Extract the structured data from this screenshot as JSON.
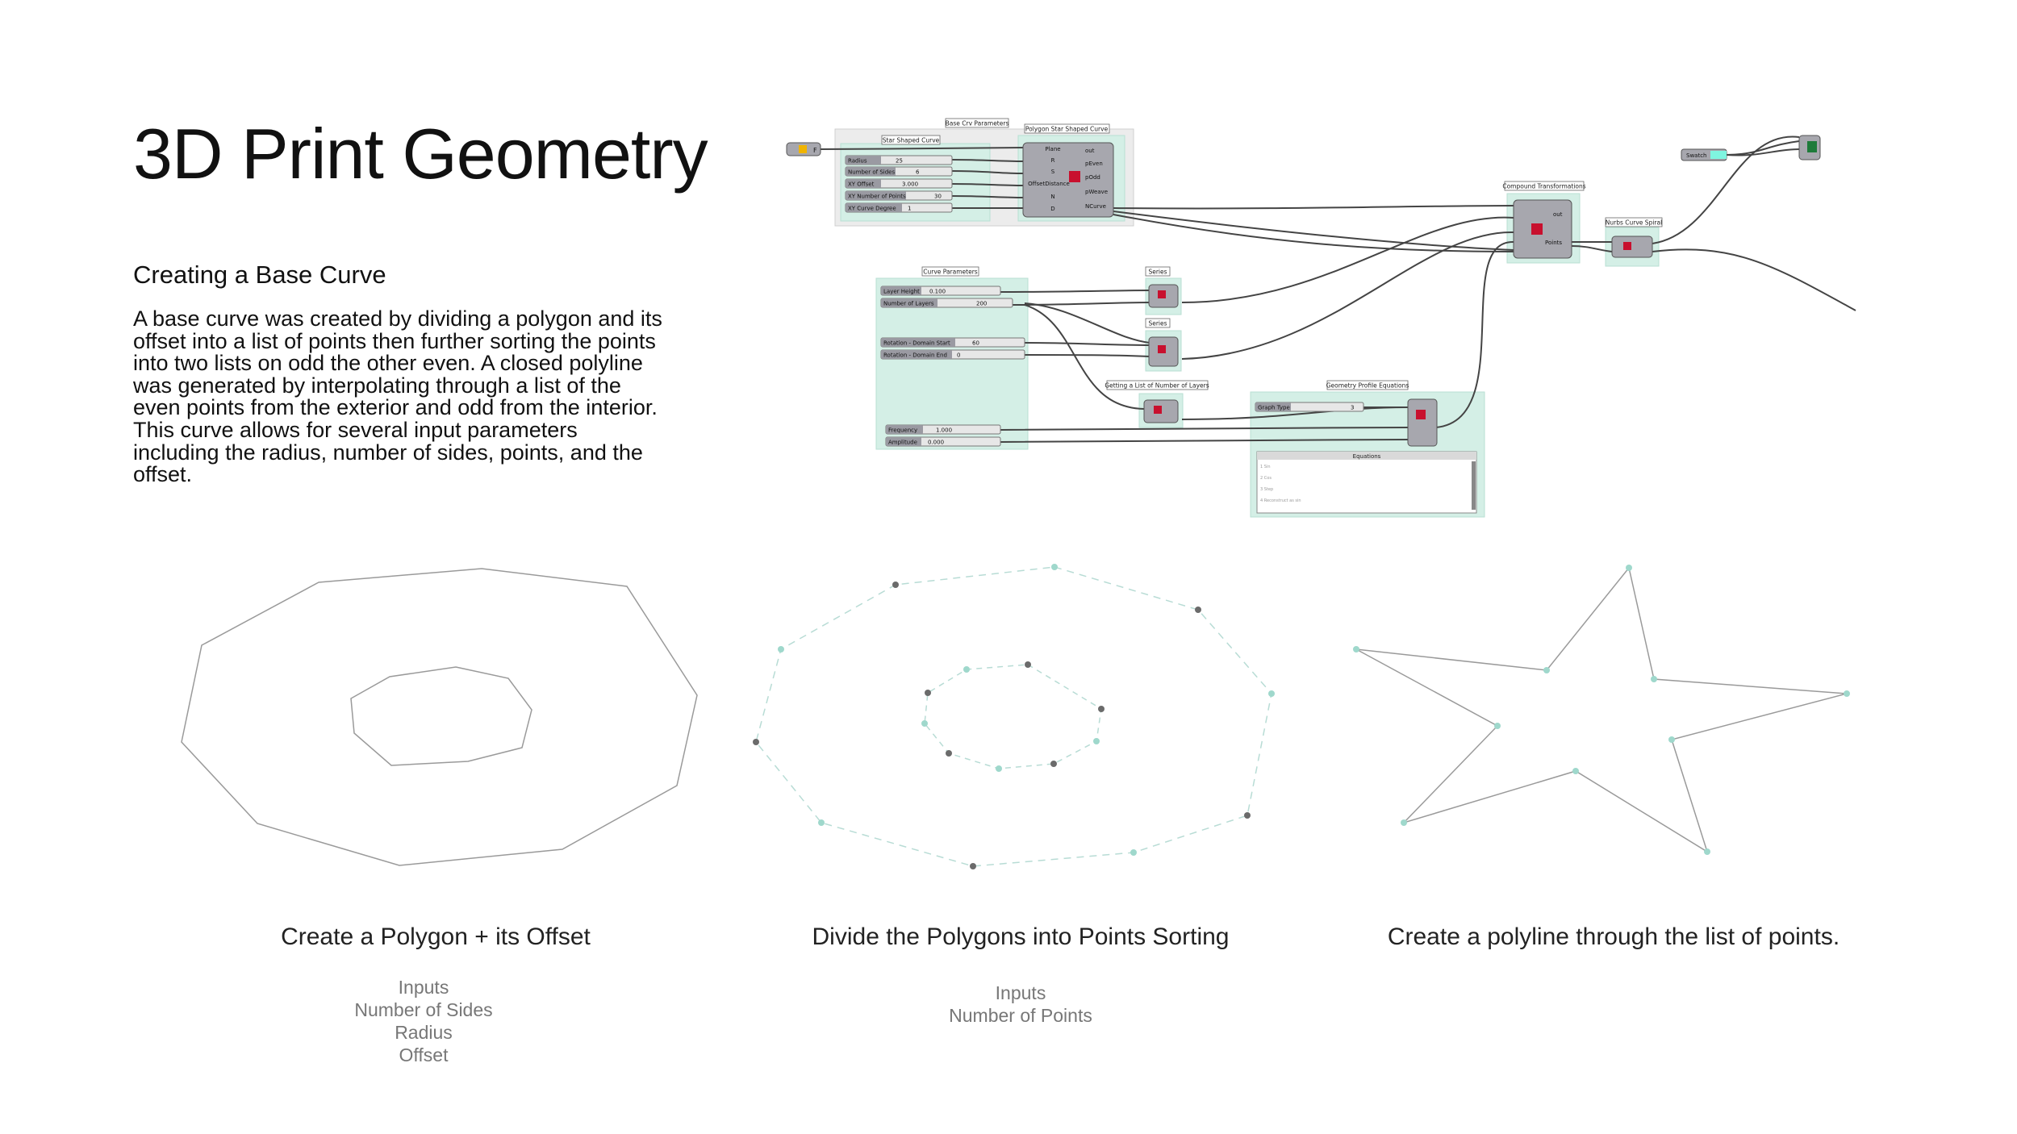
{
  "page": {
    "title": "3D Print Geometry",
    "subtitle": "Creating a Base Curve",
    "body_lines": [
      "A base curve was created by dividing a polygon and its",
      "offset into a list of points then further sorting the points",
      "into two lists on odd the other even. A closed polyline",
      "was generated by interpolating through a list of the",
      "even points from the exterior and odd from the interior.",
      "This curve allows for several input parameters",
      "including the radius, number of sides, points, and the",
      "offset."
    ]
  },
  "steps": [
    {
      "caption": "Create a Polygon + its Offset",
      "inputs": [
        "Inputs",
        "Number of Sides",
        "Radius",
        "Offset"
      ]
    },
    {
      "caption": "Divide the Polygons into Points Sorting",
      "inputs": [
        "Inputs",
        "Number of Points"
      ]
    },
    {
      "caption": "Create a polyline through the list of points.",
      "inputs": []
    }
  ],
  "grasshopper": {
    "groups": {
      "base_crv": "Base Crv Parameters",
      "star_shaped": "Star Shaped Curve",
      "polygon_star": "Polygon Star Shaped Curve",
      "curve_params": "Curve Parameters",
      "series1": "Series",
      "series2": "Series",
      "list_layers": "Getting a List of Number of Layers",
      "geom_profile": "Geometry Profile Equations",
      "compound": "Compound Transformations",
      "nurbs": "Nurbs Curve Spiral",
      "equations": "Equations"
    },
    "sliders": [
      {
        "label": "Radius",
        "value": "25"
      },
      {
        "label": "Number of Sides",
        "value": "6"
      },
      {
        "label": "XY Offset",
        "value": "3.000"
      },
      {
        "label": "XY Number of Points",
        "value": "30"
      },
      {
        "label": "XY Curve Degree",
        "value": "1"
      },
      {
        "label": "Layer Height",
        "value": "0.100"
      },
      {
        "label": "Number of Layers",
        "value": "200"
      },
      {
        "label": "Rotation - Domain Start",
        "value": "60"
      },
      {
        "label": "Rotation - Domain End",
        "value": "0"
      },
      {
        "label": "Frequency",
        "value": "1.000"
      },
      {
        "label": "Amplitude",
        "value": "0.000"
      },
      {
        "label": "Graph Type",
        "value": "3"
      }
    ],
    "polygon_outputs": [
      "out",
      "pEven",
      "pOdd",
      "pWeave",
      "NCurve"
    ],
    "polygon_inputs": [
      "Plane",
      "R",
      "S",
      "OffsetDistance",
      "N",
      "D"
    ],
    "compound_outputs": [
      "out",
      "Points"
    ],
    "swatch": "Swatch",
    "bool_toggle": "F",
    "equations_rows": [
      "1 Sin",
      "2 Cos",
      "3 Step",
      "4 Reconstruct as sin"
    ]
  },
  "colors": {
    "group_fill": "#d4efe6",
    "group_fill_grey": "#ececec",
    "component": "#a7a7ae",
    "accent_point": "#9fd8cc",
    "dark_point": "#6b6b6b"
  }
}
